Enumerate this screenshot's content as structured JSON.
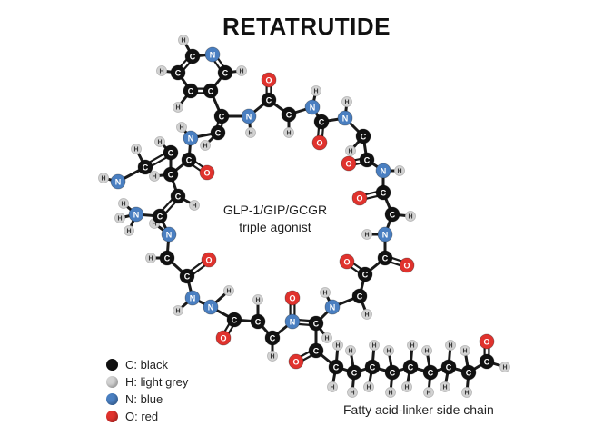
{
  "title": "RETATRUTIDE",
  "center_text": {
    "line1": "GLP-1/GIP/GCGR",
    "line2": "triple agonist"
  },
  "legend": [
    {
      "label": "C: black",
      "color": "#111111"
    },
    {
      "label": "H: light grey",
      "color": "#d2d2d2"
    },
    {
      "label": "N: blue",
      "color": "#4a7fc1"
    },
    {
      "label": "O: red",
      "color": "#e0322d"
    }
  ],
  "side_chain_caption": "Fatty acid-linker side chain",
  "atom_colors": {
    "C": "#111111",
    "H": "#d2d2d2",
    "N": "#4a7fc1",
    "O": "#e0322d"
  },
  "atom_text_colors": {
    "C": "#ffffff",
    "H": "#333333",
    "N": "#ffffff",
    "O": "#ffffff"
  }
}
